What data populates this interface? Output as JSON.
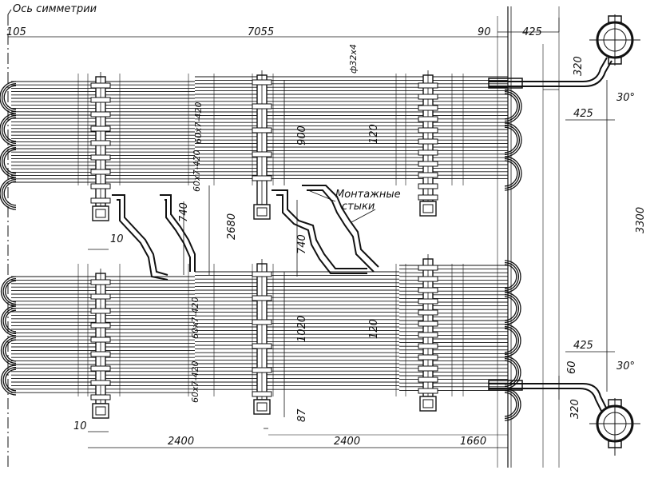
{
  "labels": {
    "axis_symmetry": "Ось симметрии",
    "mounting_joints_line1": "Монтажные",
    "mounting_joints_line2": "стыки"
  },
  "dimensions": {
    "d105": "105",
    "d7055": "7055",
    "d90": "90",
    "d425_top": "425",
    "d320_top": "320",
    "d30_top": "30°",
    "d425_right_upper": "425",
    "d3300": "3300",
    "d425_right_lower": "425",
    "d30_bottom": "30°",
    "d60": "60",
    "d320_bottom": "320",
    "pipe_top": "ф32х4",
    "pipe_a": "60х7-420",
    "pipe_b": "60х7-420",
    "pipe_c": "60х7-420",
    "pipe_d": "60х7-420",
    "d900": "900",
    "d120_top": "120",
    "d740_left": "740",
    "d2680": "2680",
    "d740_mid": "740",
    "d10_upper": "10",
    "d1020": "1020",
    "d120_bottom": "120",
    "d87": "87",
    "d10_lower": "10",
    "d2400_left": "2400",
    "d2400_mid": "2400",
    "d1660": "1660"
  }
}
